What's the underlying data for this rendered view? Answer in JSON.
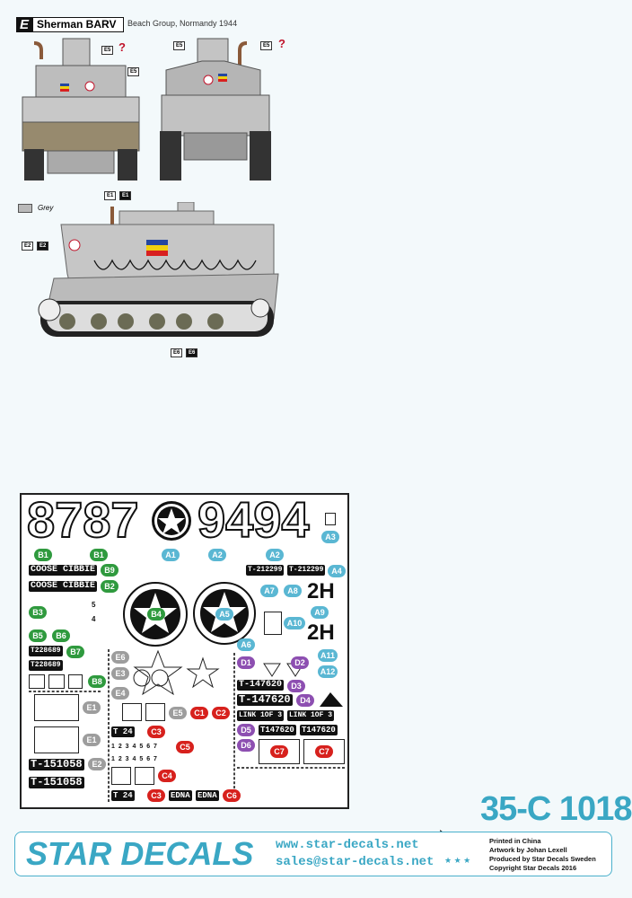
{
  "header": {
    "letter": "E",
    "vehicle": "Sherman BARV",
    "subtitle": "Beach Group, Normandy 1944"
  },
  "callouts": {
    "e5": "E5",
    "q": "?",
    "e1": "E1",
    "e2": "E2",
    "e6": "E6"
  },
  "legend": {
    "grey": "Grey",
    "grey_color": "#b9b9b9"
  },
  "sheet": {
    "n8787": "8787",
    "n9494": "9494",
    "goose": "COOSE CIBBIE",
    "t212": "T-212299",
    "h2": "2H",
    "t228": "T228689",
    "t147a": "T-147620",
    "link": "LINK 1OF 3",
    "t147b": "T147620",
    "t151": "T-151058",
    "t24": "T   24",
    "edna": "EDNA",
    "digits": "1 2 3 4 5 6 7",
    "small5": "5",
    "small4": "4",
    "labels": {
      "B1": "B1",
      "B2": "B2",
      "B3": "B3",
      "B4": "B4",
      "B5": "B5",
      "B6": "B6",
      "B7": "B7",
      "B8": "B8",
      "B9": "B9",
      "A1": "A1",
      "A2": "A2",
      "A3": "A3",
      "A4": "A4",
      "A5": "A5",
      "A6": "A6",
      "A7": "A7",
      "A8": "A8",
      "A9": "A9",
      "A10": "A10",
      "A11": "A11",
      "A12": "A12",
      "C1": "C1",
      "C2": "C2",
      "C3": "C3",
      "C4": "C4",
      "C5": "C5",
      "C6": "C6",
      "C7": "C7",
      "D1": "D1",
      "D2": "D2",
      "D3": "D3",
      "D4": "D4",
      "D5": "D5",
      "D6": "D6",
      "E1": "E1",
      "E2": "E2",
      "E3": "E3",
      "E4": "E4",
      "E5": "E5",
      "E6": "E6"
    }
  },
  "footer": {
    "code": "35-C 1018",
    "brand": "STAR DECALS",
    "web": "www.star-decals.net",
    "email": "sales@star-decals.net",
    "credits": [
      "Printed in China",
      "Artwork by Johan Lexell",
      "Produced by Star Decals Sweden",
      "Copyright Star Decals 2016"
    ],
    "accent": "#3aa7c4"
  }
}
